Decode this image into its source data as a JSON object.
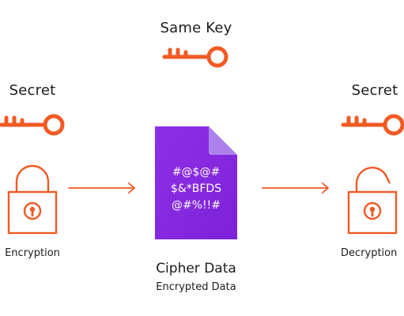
{
  "labels": {
    "same_key": "Same Key",
    "secret_left": "Secret",
    "secret_right": "Secret",
    "encryption": "Encryption",
    "decryption": "Decryption",
    "cipher_data": "Cipher Data",
    "encrypted_data": "Encrypted Data"
  },
  "cipher_text": [
    "#@$@#",
    "$&*BFDS",
    "@#%!!#"
  ],
  "colors": {
    "accent": "#f15a24",
    "document": "#8b2be2",
    "document_fold": "#b68cf0",
    "text": "#1c1c1c"
  },
  "icons": {
    "key": "key-icon",
    "lock_closed": "lock-closed-icon",
    "lock_open": "lock-open-icon",
    "arrow": "arrow-right-icon",
    "document": "document-icon"
  }
}
